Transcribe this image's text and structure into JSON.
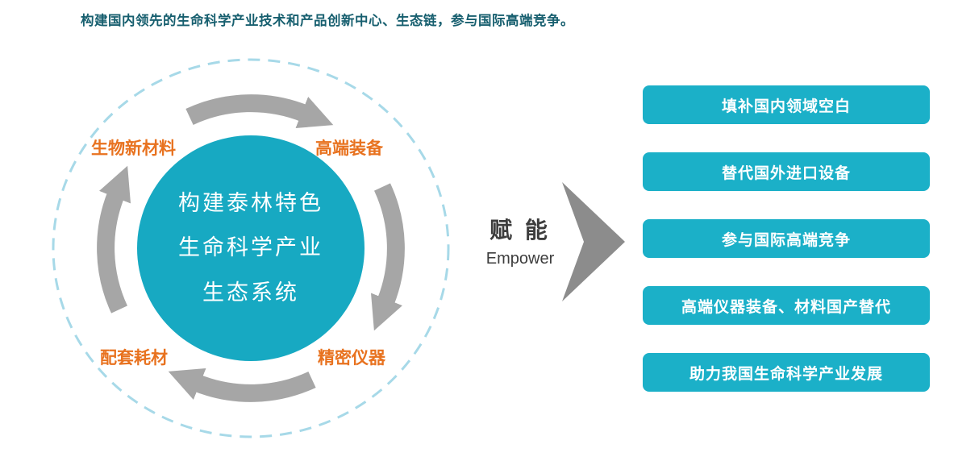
{
  "title": "构建国内领先的生命科学产业技术和产品创新中心、生态链，参与国际高端竞争。",
  "cycle": {
    "center_lines": [
      "构建泰林特色",
      "生命科学产业",
      "生态系统"
    ],
    "labels": {
      "top_left": "生物新材料",
      "top_right": "高端装备",
      "bottom_left": "配套耗材",
      "bottom_right": "精密仪器"
    }
  },
  "empower": {
    "zh": "赋 能",
    "en": "Empower"
  },
  "outcomes": [
    "填补国内领域空白",
    "替代国外进口设备",
    "参与国际高端竞争",
    "高端仪器装备、材料国产替代",
    "助力我国生命科学产业发展"
  ],
  "icons": {
    "cycle_arrows": "clockwise-curved-arrows",
    "chevron": "right-chevron-arrow"
  },
  "colors": {
    "teal": "#1BB0C8",
    "circle_teal": "#17A9C2",
    "orange": "#E8721F",
    "arrow_gray": "#A6A6A6",
    "chevron_gray": "#8C8C8C",
    "title_teal": "#175F6F",
    "dark_text": "#3D3D3D",
    "dashed_circle_blue": "#A7D9E8"
  }
}
